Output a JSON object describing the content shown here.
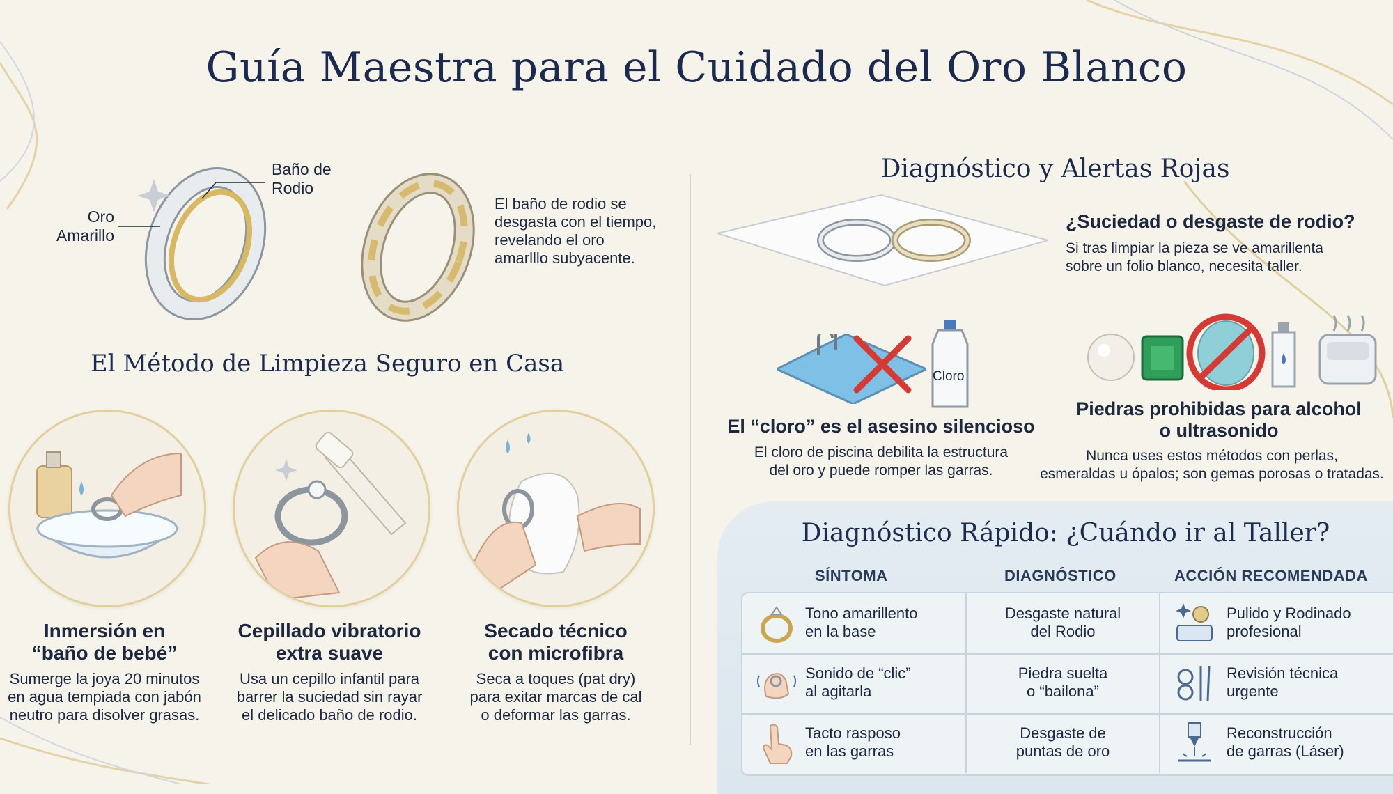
{
  "title": "Guía Maestra para el Cuidado del Oro Blanco",
  "rings": {
    "label_rhodium": "Baño de\nRodio",
    "label_yellow_gold": "Oro\nAmarillo",
    "description": "El baño de rodio se\ndesgasta con el tiempo,\nrevelando el oro\namarlllo subyacente."
  },
  "method": {
    "title": "El Método de Limpieza Seguro en Casa",
    "steps": [
      {
        "title": "Inmersión en\n“baño de bebé”",
        "text": "Sumerge la joya 20 minutos\nen agua tempiada con jabón\nneutro para disolver grasas."
      },
      {
        "title": "Cepillado vibratorio\nextra suave",
        "text": "Usa un cepillo infantil para\nbarrer la suciedad sin rayar\nel delicado baño de rodio."
      },
      {
        "title": "Secado técnico\ncon microfibra",
        "text": "Seca a toques (pat dry)\npara exitar marcas de cal\no deformar las garras."
      }
    ]
  },
  "diagnosis": {
    "title": "Diagnóstico y Alertas Rojas",
    "dirt": {
      "title": "¿Suciedad o desgaste de rodio?",
      "text": "Si tras limpiar la pieza se ve amarillenta\nsobre un folio blanco, necesita taller."
    },
    "chlorine": {
      "bottle_label": "Cloro",
      "title": "El “cloro” es el asesino silencioso",
      "text": "El cloro de piscina debilita la estructura\ndel oro y puede romper las garras."
    },
    "stones": {
      "title": "Piedras prohibidas para alcohol\no ultrasonido",
      "text": "Nunca uses estos métodos con perlas,\nesmeraldas u ópalos; son gemas porosas o tratadas."
    }
  },
  "quick": {
    "title": "Diagnóstico Rápido: ¿Cuándo ir al Taller?",
    "headers": [
      "SÍNTOMA",
      "DIAGNÓSTICO",
      "ACCIÓN RECOMENDADA"
    ],
    "rows": [
      {
        "symptom": "Tono amarillento\nen la base",
        "diagnosis": "Desgaste natural\ndel Rodio",
        "action": "Pulido y Rodinado\nprofesional",
        "symptom_icon": "ring-icon",
        "action_icon": "polishing-tray-icon"
      },
      {
        "symptom": "Sonido de “clic”\nal agitarla",
        "diagnosis": "Piedra suelta\no “bailona”",
        "action": "Revisión técnica\nurgente",
        "symptom_icon": "shaking-hand-icon",
        "action_icon": "jeweler-tools-icon"
      },
      {
        "symptom": "Tacto rasposo\nen las garras",
        "diagnosis": "Desgaste de\npuntas de oro",
        "action": "Reconstrucción\nde garras (Láser)",
        "symptom_icon": "touching-finger-icon",
        "action_icon": "laser-icon"
      }
    ]
  },
  "colors": {
    "navy": "#1b2a4e",
    "gold": "#d9bf78",
    "red": "#d63a34",
    "panel": "#dbe6ee"
  }
}
